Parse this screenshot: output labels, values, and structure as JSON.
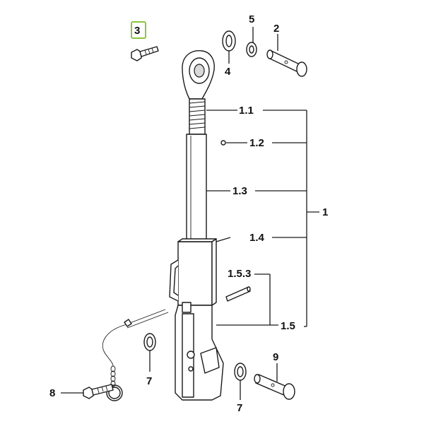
{
  "labels": {
    "l3": "3",
    "l5": "5",
    "l2": "2",
    "l4": "4",
    "l11": "1.1",
    "l12": "1.2",
    "l13": "1.3",
    "l14": "1.4",
    "l1": "1",
    "l153": "1.5.3",
    "l15": "1.5",
    "l7a": "7",
    "l7b": "7",
    "l9": "9",
    "l8": "8"
  },
  "highlight": {
    "part": "3",
    "color": "#8cc63f"
  }
}
